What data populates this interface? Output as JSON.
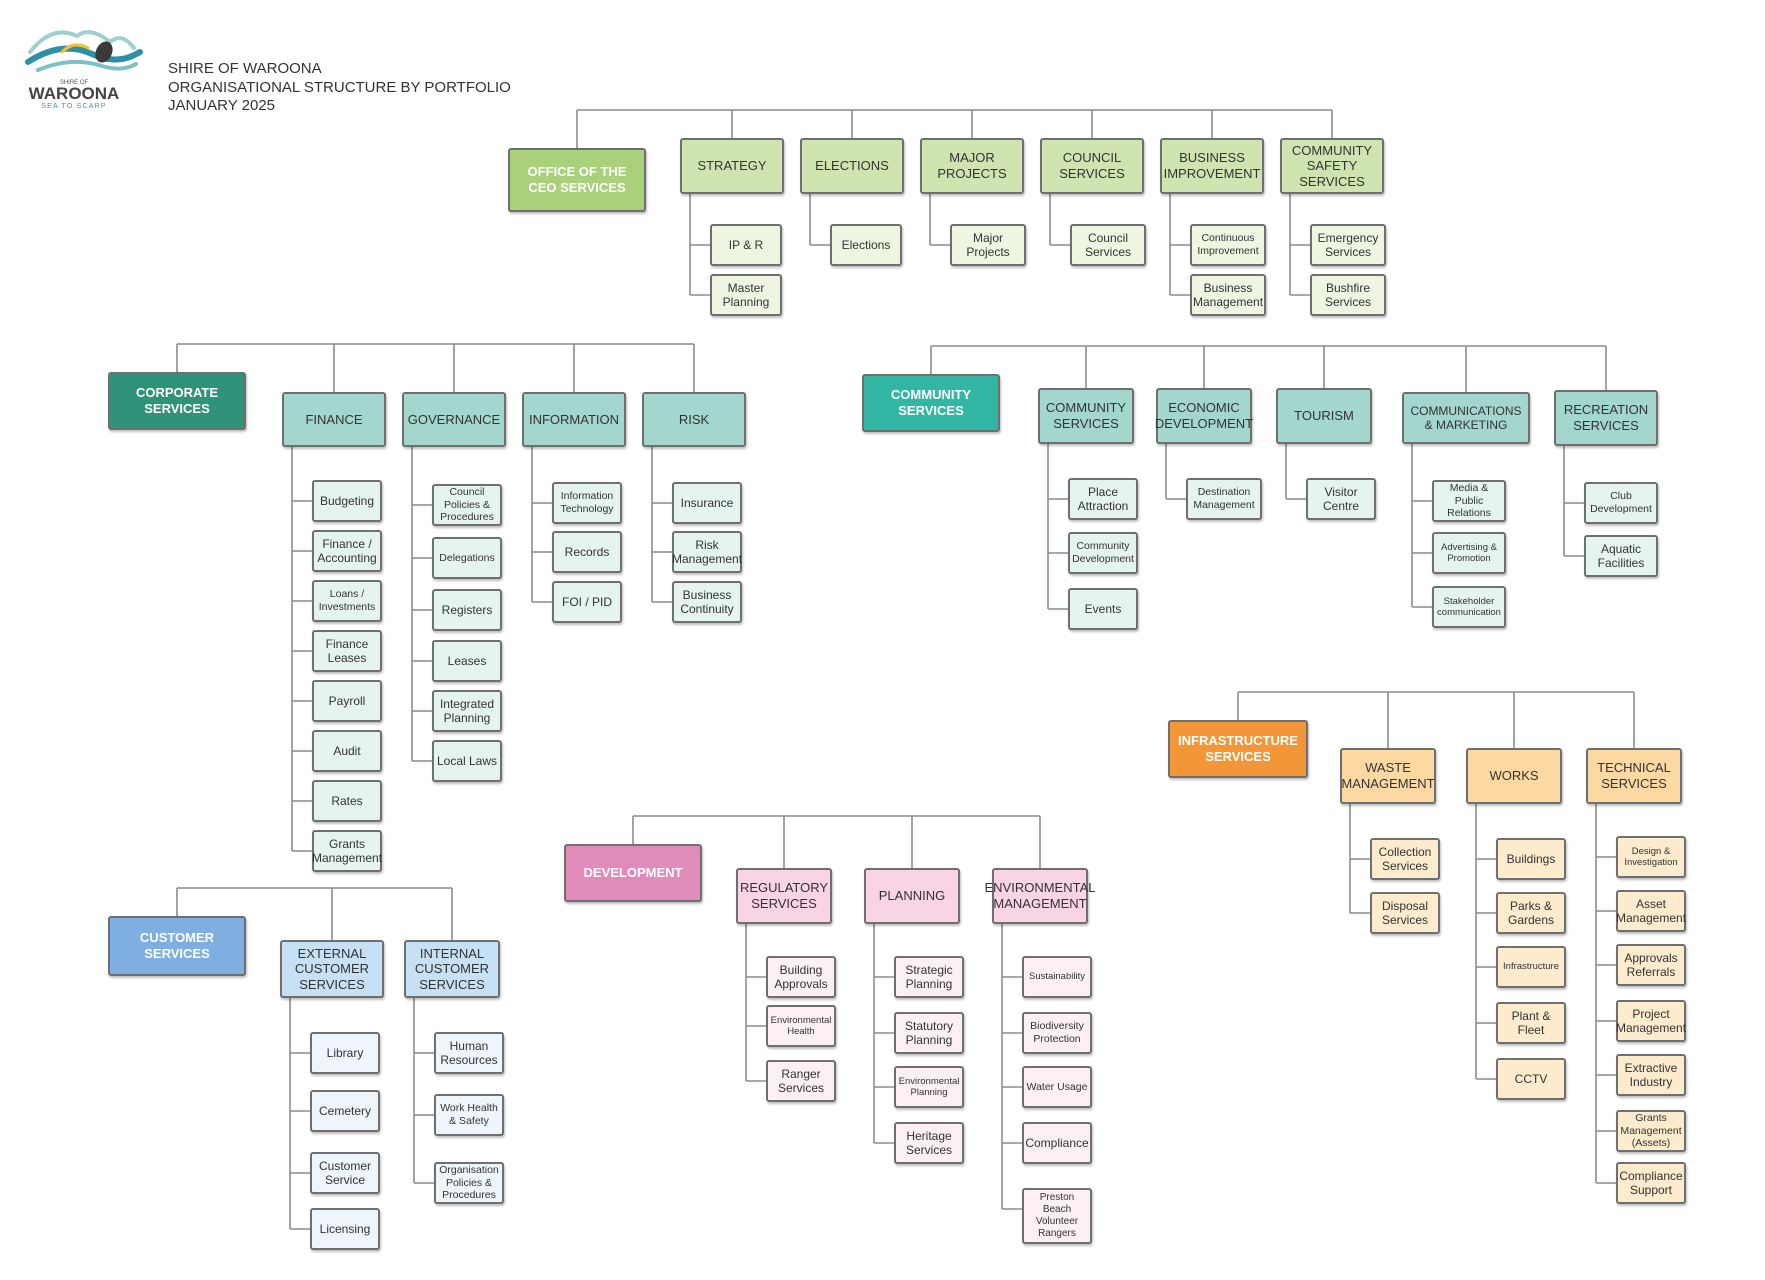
{
  "header": {
    "logo_small": "SHIRE OF",
    "logo_name": "WAROONA",
    "logo_tagline": "SEA TO SCARP",
    "line1": "SHIRE OF WAROONA",
    "line2": "ORGANISATIONAL STRUCTURE BY PORTFOLIO",
    "line3": "JANUARY 2025"
  },
  "colors": {
    "ceo": {
      "root": "#a9d07a",
      "head": "#cfe4b0",
      "leaf": "#eef6e2"
    },
    "corporate": {
      "root": "#2e9378",
      "head": "#a3d6cd",
      "leaf": "#e6f4f1"
    },
    "community": {
      "root": "#33b7a5",
      "head": "#a3d6cd",
      "leaf": "#e6f4f1"
    },
    "infrastructure": {
      "root": "#f29637",
      "head": "#fcd9a2",
      "leaf": "#fdebcd"
    },
    "development": {
      "root": "#e18bba",
      "head": "#f8d4e5",
      "leaf": "#fcf0f4"
    },
    "customer": {
      "root": "#7faee0",
      "head": "#c6e0f5",
      "leaf": "#eef6fb"
    }
  },
  "portfolios": [
    {
      "key": "ceo",
      "title": "OFFICE OF THE\nCEO SERVICES",
      "departments": [
        {
          "name": "STRATEGY",
          "units": [
            "IP & R",
            "Master\nPlanning"
          ]
        },
        {
          "name": "ELECTIONS",
          "units": [
            "Elections"
          ]
        },
        {
          "name": "MAJOR\nPROJECTS",
          "units": [
            "Major\nProjects"
          ]
        },
        {
          "name": "COUNCIL\nSERVICES",
          "units": [
            "Council\nServices"
          ]
        },
        {
          "name": "BUSINESS\nIMPROVEMENT",
          "units": [
            "Continuous\nImprovement",
            "Business\nManagement"
          ]
        },
        {
          "name": "COMMUNITY\nSAFETY\nSERVICES",
          "units": [
            "Emergency\nServices",
            "Bushfire\nServices"
          ]
        }
      ]
    },
    {
      "key": "corporate",
      "title": "CORPORATE\nSERVICES",
      "departments": [
        {
          "name": "FINANCE",
          "units": [
            "Budgeting",
            "Finance /\nAccounting",
            "Loans /\nInvestments",
            "Finance\nLeases",
            "Payroll",
            "Audit",
            "Rates",
            "Grants\nManagement"
          ]
        },
        {
          "name": "GOVERNANCE",
          "units": [
            "Council\nPolicies &\nProcedures",
            "Delegations",
            "Registers",
            "Leases",
            "Integrated\nPlanning",
            "Local Laws"
          ]
        },
        {
          "name": "INFORMATION",
          "units": [
            "Information\nTechnology",
            "Records",
            "FOI / PID"
          ]
        },
        {
          "name": "RISK",
          "units": [
            "Insurance",
            "Risk\nManagement",
            "Business\nContinuity"
          ]
        }
      ]
    },
    {
      "key": "community",
      "title": "COMMUNITY\nSERVICES",
      "departments": [
        {
          "name": "COMMUNITY\nSERVICES",
          "units": [
            "Place\nAttraction",
            "Community\nDevelopment",
            "Events"
          ]
        },
        {
          "name": "ECONOMIC\nDEVELOPMENT",
          "units": [
            "Destination\nManagement"
          ]
        },
        {
          "name": "TOURISM",
          "units": [
            "Visitor\nCentre"
          ]
        },
        {
          "name": "COMMUNICATIONS\n& MARKETING",
          "units": [
            "Media &\nPublic\nRelations",
            "Advertising &\nPromotion",
            "Stakeholder\ncommunication"
          ]
        },
        {
          "name": "RECREATION\nSERVICES",
          "units": [
            "Club\nDevelopment",
            "Aquatic\nFacilities"
          ]
        }
      ]
    },
    {
      "key": "infrastructure",
      "title": "INFRASTRUCTURE\nSERVICES",
      "departments": [
        {
          "name": "WASTE\nMANAGEMENT",
          "units": [
            "Collection\nServices",
            "Disposal\nServices"
          ]
        },
        {
          "name": "WORKS",
          "units": [
            "Buildings",
            "Parks &\nGardens",
            "Infrastructure",
            "Plant &\nFleet",
            "CCTV"
          ]
        },
        {
          "name": "TECHNICAL\nSERVICES",
          "units": [
            "Design &\nInvestigation",
            "Asset\nManagement",
            "Approvals\nReferrals",
            "Project\nManagement",
            "Extractive\nIndustry",
            "Grants\nManagement\n(Assets)",
            "Compliance\nSupport"
          ]
        }
      ]
    },
    {
      "key": "development",
      "title": "DEVELOPMENT",
      "departments": [
        {
          "name": "REGULATORY\nSERVICES",
          "units": [
            "Building\nApprovals",
            "Environmental\nHealth",
            "Ranger\nServices"
          ]
        },
        {
          "name": "PLANNING",
          "units": [
            "Strategic\nPlanning",
            "Statutory\nPlanning",
            "Environmental\nPlanning",
            "Heritage\nServices"
          ]
        },
        {
          "name": "ENVIRONMENTAL\nMANAGEMENT",
          "units": [
            "Sustainability",
            "Biodiversity\nProtection",
            "Water Usage",
            "Compliance",
            "Preston\nBeach\nVolunteer\nRangers"
          ]
        }
      ]
    },
    {
      "key": "customer",
      "title": "CUSTOMER\nSERVICES",
      "departments": [
        {
          "name": "EXTERNAL\nCUSTOMER\nSERVICES",
          "units": [
            "Library",
            "Cemetery",
            "Customer\nService",
            "Licensing"
          ]
        },
        {
          "name": "INTERNAL\nCUSTOMER\nSERVICES",
          "units": [
            "Human\nResources",
            "Work Health\n& Safety",
            "Organisation\nPolicies &\nProcedures"
          ]
        }
      ]
    }
  ]
}
